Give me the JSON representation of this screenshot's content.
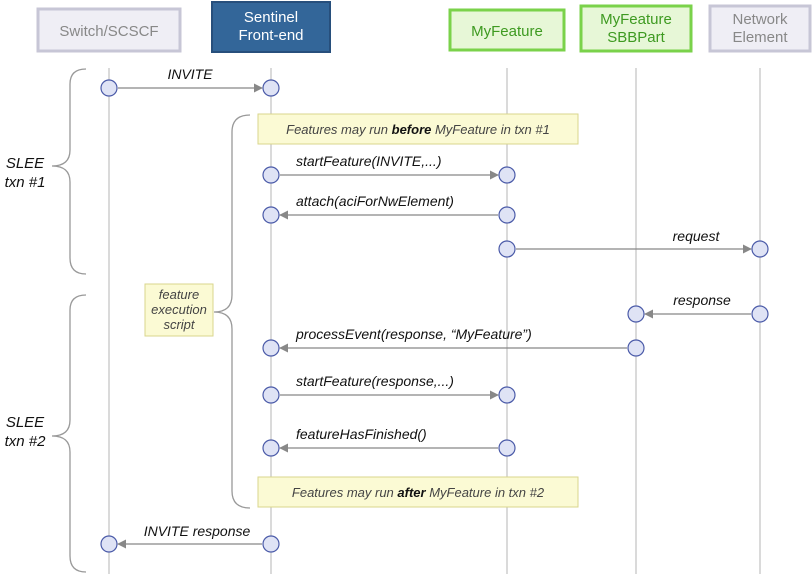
{
  "actors": [
    {
      "label_lines": [
        "Switch/SCSCF"
      ]
    },
    {
      "label_lines": [
        "Sentinel",
        "Front-end"
      ]
    },
    {
      "label_lines": [
        "MyFeature"
      ]
    },
    {
      "label_lines": [
        "MyFeature",
        "SBBPart"
      ]
    },
    {
      "label_lines": [
        "Network",
        "Element"
      ]
    }
  ],
  "messages": {
    "invite": "INVITE",
    "start_feature_invite": "startFeature(INVITE,...)",
    "attach": "attach(aciForNwElement)",
    "request": "request",
    "response": "response",
    "process_event": "processEvent(response,  “MyFeature”)",
    "start_feature_response": "startFeature(response,...)",
    "feature_has_finished": "featureHasFinished()",
    "invite_response": "INVITE  response"
  },
  "notes": {
    "before": {
      "pre": "Features may run ",
      "bold": "before",
      "post": " MyFeature in txn #1"
    },
    "after": {
      "pre": "Features may run ",
      "bold": "after",
      "post": " MyFeature in txn #2"
    },
    "script_lines": [
      "feature",
      "execution",
      "script"
    ]
  },
  "txn_labels": {
    "txn1": [
      "SLEE",
      "txn #1"
    ],
    "txn2": [
      "SLEE",
      "txn #2"
    ]
  },
  "colors": {
    "grey_fill": "#efeef5",
    "grey_stroke": "#c7c6d6",
    "grey_text": "#888888",
    "blue_fill": "#336699",
    "blue_stroke": "#274f7c",
    "green_fill": "#e7f7d7",
    "green_stroke": "#7ad24a",
    "green_text": "#3e9a21",
    "note_fill": "#fbfad4",
    "note_stroke": "#d9d68c",
    "dot_fill": "#dfe3f5",
    "dot_stroke": "#4a5aa8",
    "line": "#888888"
  }
}
